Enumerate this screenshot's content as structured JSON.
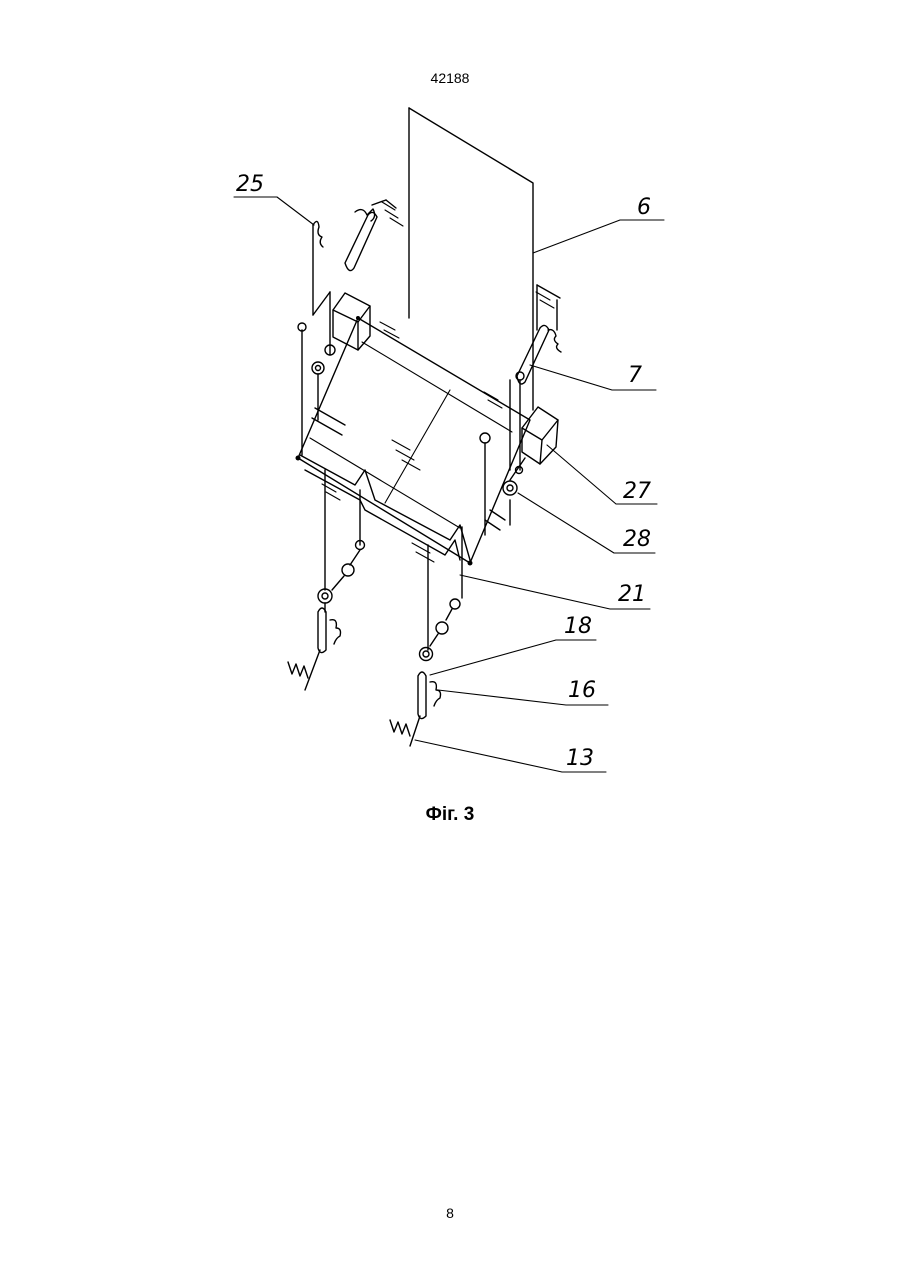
{
  "header": {
    "doc_number": "42188"
  },
  "figure": {
    "caption": "Фіг. 3",
    "callouts": [
      "25",
      "6",
      "7",
      "27",
      "28",
      "21",
      "18",
      "16",
      "13"
    ]
  },
  "footer": {
    "page_number": "8"
  }
}
